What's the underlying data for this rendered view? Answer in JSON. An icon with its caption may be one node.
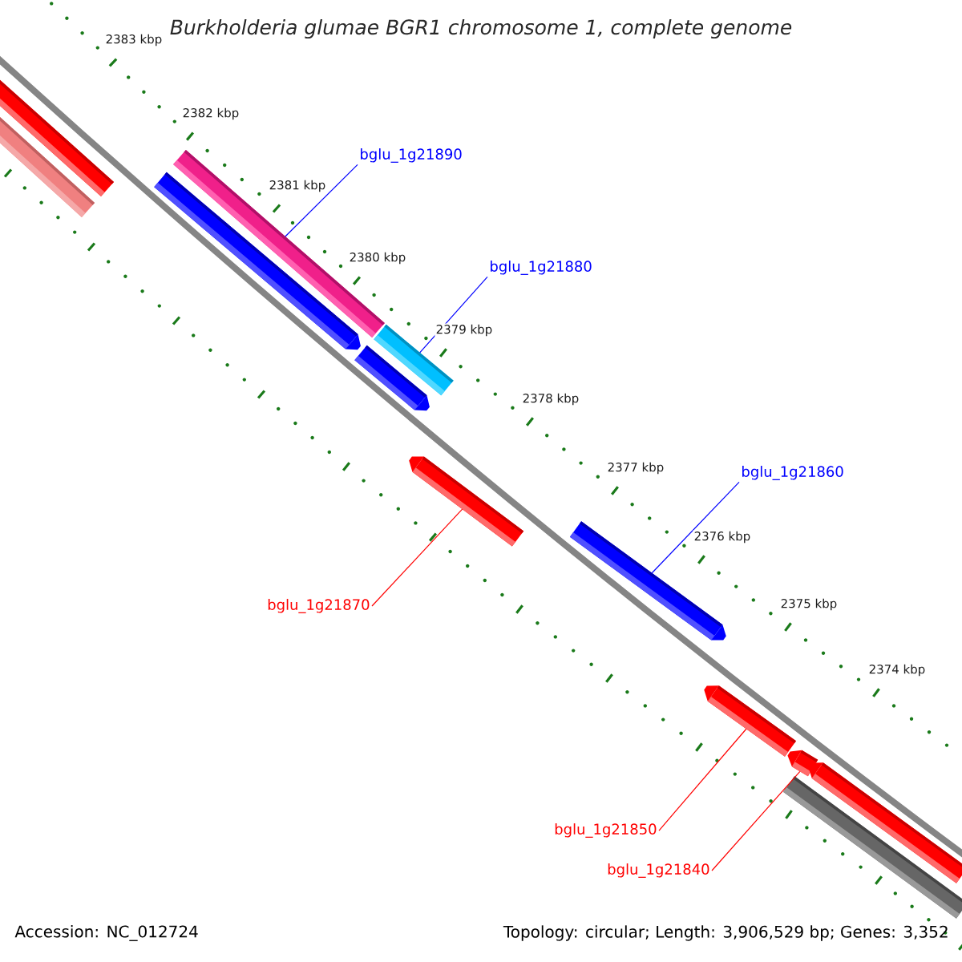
{
  "diagram": {
    "title": "Burkholderia glumae BGR1 chromosome 1, complete genome",
    "nodes": [
      {
        "text": [],
        "shape": "bar"
      },
      {
        "text": [],
        "shape": "bar"
      },
      {
        "text": [
          "bglu_1g21890"
        ]
      },
      {
        "text": [],
        "shape": "bar"
      },
      {
        "text": [],
        "shape": "bar"
      },
      {
        "text": [
          "bglu_1g21880"
        ]
      },
      {
        "text": [],
        "shape": "bar"
      },
      {
        "text": [],
        "shape": "bar"
      },
      {
        "text": [],
        "shape": "bar"
      },
      {
        "text": [
          "bglu_1g21860"
        ]
      },
      {
        "text": [],
        "shape": "bar"
      },
      {
        "text": [
          "bglu_1g21870"
        ]
      },
      {
        "text": [],
        "shape": "bar"
      },
      {
        "text": [],
        "shape": "bar"
      },
      {
        "text": [],
        "shape": "bar"
      },
      {
        "text": [],
        "shape": "bar"
      },
      {
        "text": [
          "bglu_1g21850"
        ]
      },
      {
        "text": [
          "bglu_1g21840"
        ]
      }
    ],
    "edges": [
      {
        "from": 2,
        "to": 4,
        "arrow": "none",
        "color": "#0000ff"
      },
      {
        "from": 5,
        "to": 6,
        "arrow": "none",
        "color": "#0000ff"
      },
      {
        "from": 9,
        "to": 10,
        "arrow": "none",
        "color": "#0000ff"
      },
      {
        "from": 11,
        "to": 8,
        "arrow": "none",
        "color": "#ff0000"
      },
      {
        "from": 16,
        "to": 12,
        "arrow": "none",
        "color": "#ff0000"
      },
      {
        "from": 17,
        "to": 13,
        "arrow": "none",
        "color": "#ff0000"
      }
    ],
    "labels": [
      "2383 kbp",
      "2382 kbp",
      "2381 kbp",
      "2380 kbp",
      "2379 kbp",
      "2378 kbp",
      "2377 kbp",
      "2376 kbp",
      "2375 kbp",
      "2374 kbp",
      "Accession: NC_012724",
      "Topology: circular; Length: 3,906,529 bp; Genes: 3,352"
    ]
  }
}
